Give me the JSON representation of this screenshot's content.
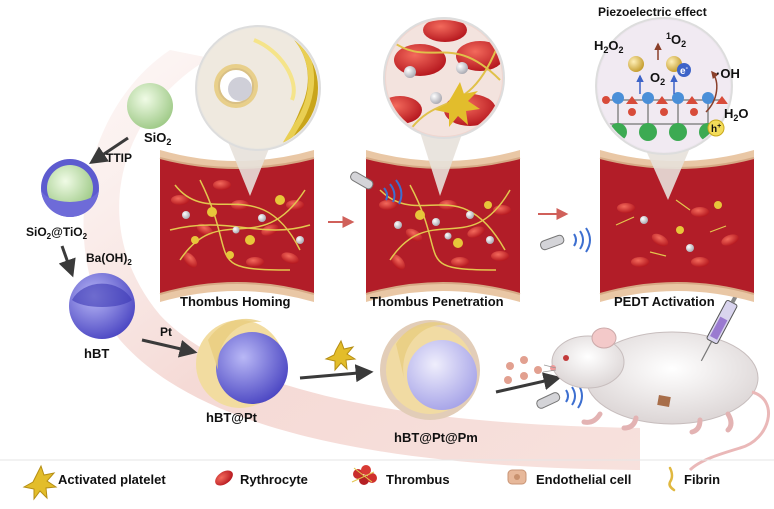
{
  "synthesis": {
    "sio2": {
      "main": "SiO",
      "sub": "2"
    },
    "ttip": "TTIP",
    "sio2_tio2": {
      "a": "SiO",
      "a_sub": "2",
      "b": "@TiO",
      "b_sub": "2"
    },
    "baoh2": {
      "main": "Ba(OH)",
      "sub": "2"
    },
    "hbt": "hBT",
    "pt": "Pt",
    "hbt_pt": "hBT@Pt",
    "hbt_pt_pm": "hBT@Pt@Pm"
  },
  "stages": {
    "homing": "Thombus Homing",
    "penetration": "Thombus Penetration",
    "activation": "PEDT Activation"
  },
  "piezo": {
    "title": "Piezoelectric effect",
    "h2o2": {
      "a": "H",
      "a_sub": "2",
      "b": "O",
      "b_sub": "2"
    },
    "o2_singlet": {
      "sup": "1",
      "main": "O",
      "sub": "2"
    },
    "o2": {
      "main": "O",
      "sub": "2"
    },
    "electron": "e",
    "electron_sup": "-",
    "oh": "·OH",
    "h2o": {
      "main": "H",
      "sub": "2",
      "tail": "O"
    },
    "hole": "h",
    "hole_sup": "+"
  },
  "legend": {
    "platelet": "Activated platelet",
    "erythrocyte": "Rythrocyte",
    "thrombus": "Thrombus",
    "endothelial": "Endothelial cell",
    "fibrin": "Fibrin"
  },
  "colors": {
    "background": "#ffffff",
    "band": "#f3d6d2",
    "vessel": "#b8202a",
    "vessel_wall": "#e8c8a4",
    "rbc": "#d8262a",
    "platelet": "#e7c63a",
    "fibrin": "#e3c74e",
    "silica": "#bfe0a8",
    "tio2_shell": "#7f7fe0",
    "hbt": "#6a66d8",
    "pt_shell": "#f0dca0",
    "pm_shell": "#e2cdb8",
    "lattice_red": "#d84b3a",
    "lattice_blue": "#4a8fd8",
    "lattice_green": "#3caa52",
    "ui_text": "#111111"
  },
  "icons": [
    "syringe-icon",
    "ultrasound-probe-icon",
    "mouse-icon"
  ]
}
